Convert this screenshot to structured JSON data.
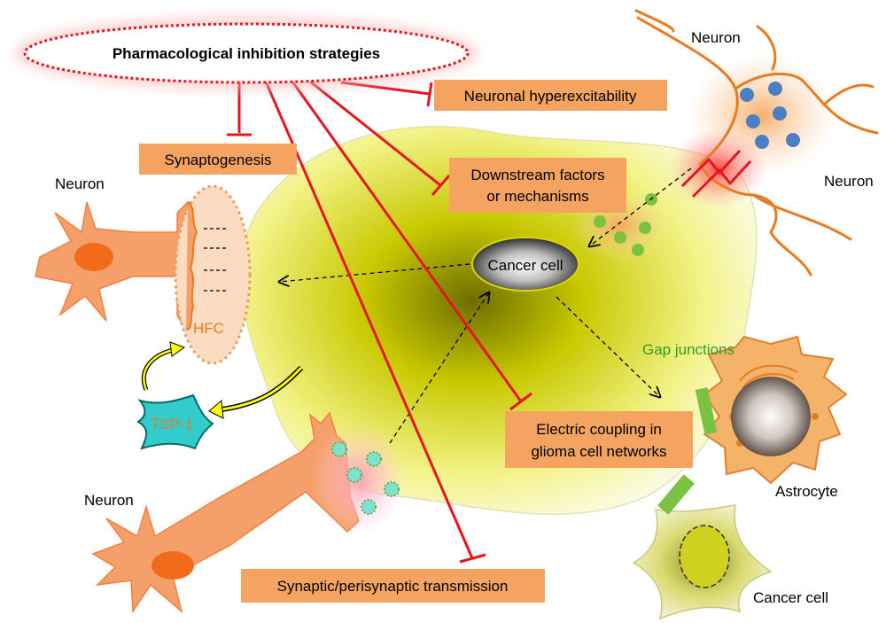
{
  "strategy_title": "Pharmacological inhibition strategies",
  "boxes": {
    "neuronal_hyperexcitability": "Neuronal hyperexcitability",
    "synaptogenesis": "Synaptogenesis",
    "downstream_line1": "Downstream factors",
    "downstream_line2": "or mechanisms",
    "electric_line1": "Electric coupling in",
    "electric_line2": "glioma cell networks",
    "synaptic_transmission": "Synaptic/perisynaptic transmission"
  },
  "labels": {
    "neuron_top": "Neuron",
    "neuron_right": "Neuron",
    "neuron_left": "Neuron",
    "neuron_bottom": "Neuron",
    "cancer_cell_center": "Cancer cell",
    "hfc": "HFC",
    "tsp1": "TSP-1",
    "gap_junctions": "Gap junctions",
    "astrocyte": "Astrocyte",
    "cancer_cell_bottom": "Cancer cell"
  },
  "colors": {
    "inhibition": "#e8141b",
    "box_fill": "#f4a460",
    "neuron_fill": "#f5a06a",
    "neuron_nucleus": "#f26b1d",
    "cell_fill": "#d8d800",
    "gap_junction": "#7cc242",
    "tsp1_fill": "#33cccc",
    "vesicle": "#4a7fc1"
  }
}
